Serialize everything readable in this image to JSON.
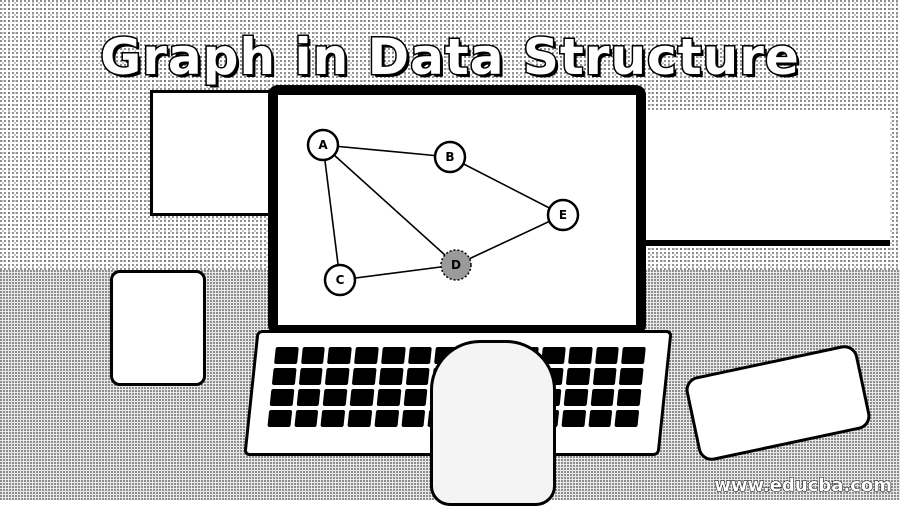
{
  "title": "Graph in Data Structure",
  "watermark": "www.educba.com",
  "graph": {
    "nodes": [
      {
        "id": "A",
        "label": "A"
      },
      {
        "id": "B",
        "label": "B"
      },
      {
        "id": "C",
        "label": "C"
      },
      {
        "id": "D",
        "label": "D",
        "highlighted": true
      },
      {
        "id": "E",
        "label": "E"
      }
    ],
    "edges": [
      [
        "A",
        "B"
      ],
      [
        "A",
        "C"
      ],
      [
        "A",
        "D"
      ],
      [
        "B",
        "E"
      ],
      [
        "C",
        "D"
      ],
      [
        "D",
        "E"
      ]
    ]
  },
  "colors": {
    "ink": "#000000",
    "paper": "#ffffff"
  }
}
